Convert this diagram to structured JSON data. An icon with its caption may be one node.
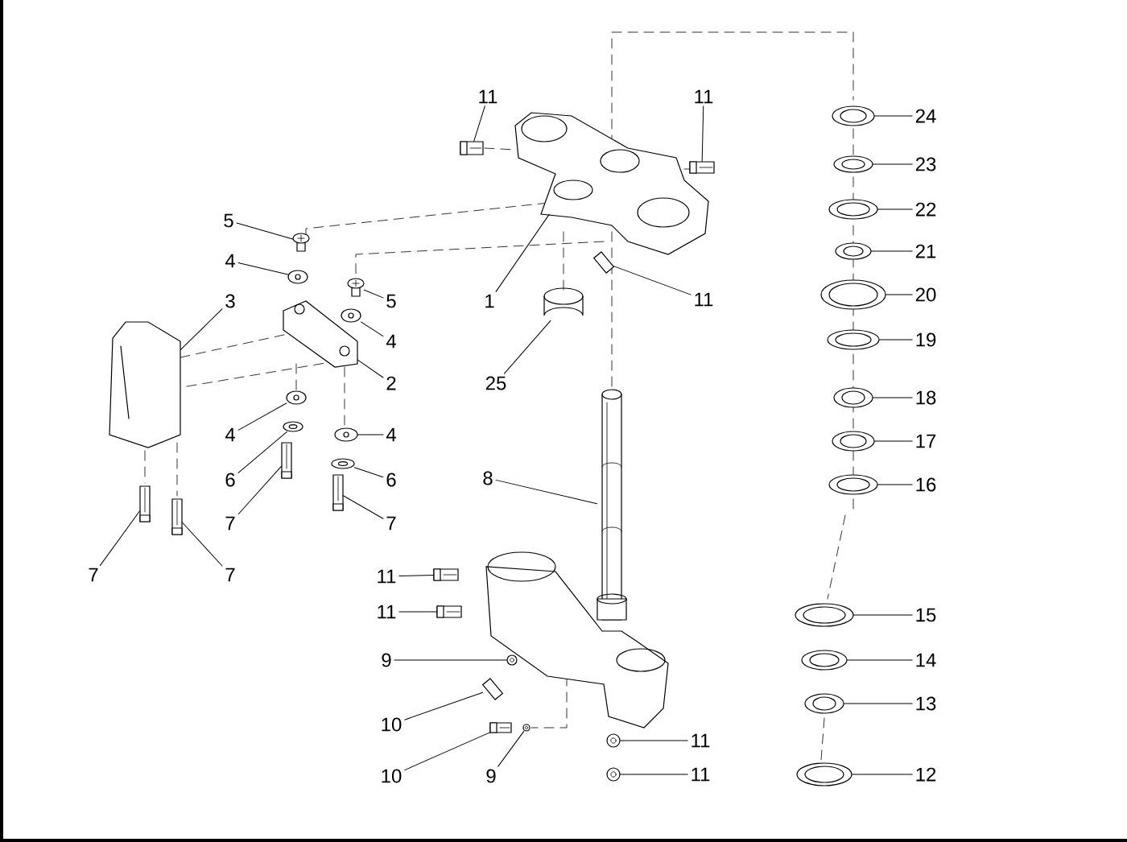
{
  "diagram": {
    "nodes": [
      {
        "text": [
          "11"
        ]
      },
      {
        "text": [
          "11"
        ]
      },
      {
        "text": [
          "5"
        ]
      },
      {
        "text": [
          "4"
        ]
      },
      {
        "text": [
          "3"
        ]
      },
      {
        "text": [
          "5"
        ]
      },
      {
        "text": [
          "1"
        ]
      },
      {
        "text": [
          "4"
        ]
      },
      {
        "text": [
          "11"
        ]
      },
      {
        "text": [
          "2"
        ]
      },
      {
        "text": [
          "25"
        ]
      },
      {
        "text": [
          "4"
        ]
      },
      {
        "text": [
          "4"
        ]
      },
      {
        "text": [
          "6"
        ]
      },
      {
        "text": [
          "6"
        ]
      },
      {
        "text": [
          "8"
        ]
      },
      {
        "text": [
          "7"
        ]
      },
      {
        "text": [
          "7"
        ]
      },
      {
        "text": [
          "7"
        ]
      },
      {
        "text": [
          "7"
        ]
      },
      {
        "text": [
          "11"
        ]
      },
      {
        "text": [
          "11"
        ]
      },
      {
        "text": [
          "9"
        ]
      },
      {
        "text": [
          "10"
        ]
      },
      {
        "text": [
          "10"
        ]
      },
      {
        "text": [
          "9"
        ]
      },
      {
        "text": [
          "11"
        ]
      },
      {
        "text": [
          "11"
        ]
      },
      {
        "text": [
          "24"
        ]
      },
      {
        "text": [
          "23"
        ]
      },
      {
        "text": [
          "22"
        ]
      },
      {
        "text": [
          "21"
        ]
      },
      {
        "text": [
          "20"
        ]
      },
      {
        "text": [
          "19"
        ]
      },
      {
        "text": [
          "18"
        ]
      },
      {
        "text": [
          "17"
        ]
      },
      {
        "text": [
          "16"
        ]
      },
      {
        "text": [
          "15"
        ]
      },
      {
        "text": [
          "14"
        ]
      },
      {
        "text": [
          "13"
        ]
      },
      {
        "text": [
          "12"
        ]
      },
      {
        "text": [],
        "shape": "picture"
      },
      {
        "text": [],
        "shape": "picture"
      },
      {
        "text": [],
        "shape": "picture"
      },
      {
        "text": [],
        "shape": "picture"
      },
      {
        "text": [],
        "shape": "picture"
      },
      {
        "text": [],
        "shape": "picture"
      },
      {
        "text": [],
        "shape": "picture"
      },
      {
        "text": [],
        "shape": "picture"
      },
      {
        "text": [],
        "shape": "picture"
      },
      {
        "text": [],
        "shape": "picture"
      },
      {
        "text": [],
        "shape": "picture"
      },
      {
        "text": [],
        "shape": "picture"
      },
      {
        "text": [],
        "shape": "picture"
      },
      {
        "text": [],
        "shape": "picture"
      },
      {
        "text": [],
        "shape": "picture"
      },
      {
        "text": [],
        "shape": "picture"
      },
      {
        "text": [],
        "shape": "picture"
      },
      {
        "text": [],
        "shape": "picture"
      },
      {
        "text": [],
        "shape": "picture"
      },
      {
        "text": [],
        "shape": "picture"
      },
      {
        "text": [],
        "shape": "picture"
      },
      {
        "text": [],
        "shape": "picture"
      },
      {
        "text": [],
        "shape": "picture"
      },
      {
        "text": [],
        "shape": "picture"
      },
      {
        "text": [],
        "shape": "picture"
      },
      {
        "text": [],
        "shape": "picture"
      },
      {
        "text": [],
        "shape": "picture"
      },
      {
        "text": [],
        "shape": "picture"
      },
      {
        "text": [],
        "shape": "picture"
      },
      {
        "text": [],
        "shape": "picture"
      },
      {
        "text": [],
        "shape": "picture"
      },
      {
        "text": [],
        "shape": "picture"
      },
      {
        "text": [],
        "shape": "picture"
      },
      {
        "text": [],
        "shape": "picture"
      },
      {
        "text": [],
        "shape": "picture"
      },
      {
        "text": [],
        "shape": "picture"
      },
      {
        "text": [],
        "shape": "picture"
      },
      {
        "text": [],
        "shape": "picture"
      },
      {
        "text": [],
        "shape": "picture"
      },
      {
        "text": [],
        "shape": "picture"
      },
      {
        "text": [],
        "shape": "picture"
      }
    ],
    "edges": [
      {
        "from": 0,
        "to": 41,
        "arrow": "none"
      },
      {
        "from": 1,
        "to": 42,
        "arrow": "none"
      },
      {
        "from": 2,
        "to": 43,
        "arrow": "none"
      },
      {
        "from": 3,
        "to": 44,
        "arrow": "none"
      },
      {
        "from": 4,
        "to": 45,
        "arrow": "none"
      },
      {
        "from": 5,
        "to": 46,
        "arrow": "none"
      },
      {
        "from": 6,
        "to": 47,
        "arrow": "none"
      },
      {
        "from": 7,
        "to": 48,
        "arrow": "none"
      },
      {
        "from": 8,
        "to": 49,
        "arrow": "none"
      },
      {
        "from": 9,
        "to": 50,
        "arrow": "none"
      },
      {
        "from": 10,
        "to": 51,
        "arrow": "none"
      },
      {
        "from": 11,
        "to": 52,
        "arrow": "none"
      },
      {
        "from": 12,
        "to": 53,
        "arrow": "none"
      },
      {
        "from": 13,
        "to": 54,
        "arrow": "none"
      },
      {
        "from": 14,
        "to": 55,
        "arrow": "none"
      },
      {
        "from": 15,
        "to": 56,
        "arrow": "none"
      },
      {
        "from": 16,
        "to": 57,
        "arrow": "none"
      },
      {
        "from": 17,
        "to": 58,
        "arrow": "none"
      },
      {
        "from": 18,
        "to": 59,
        "arrow": "none"
      },
      {
        "from": 19,
        "to": 60,
        "arrow": "none"
      },
      {
        "from": 20,
        "to": 61,
        "arrow": "none"
      },
      {
        "from": 21,
        "to": 62,
        "arrow": "none"
      },
      {
        "from": 22,
        "to": 63,
        "arrow": "none"
      },
      {
        "from": 23,
        "to": 64,
        "arrow": "none"
      },
      {
        "from": 24,
        "to": 65,
        "arrow": "none"
      },
      {
        "from": 25,
        "to": 66,
        "arrow": "none"
      },
      {
        "from": 26,
        "to": 67,
        "arrow": "none"
      },
      {
        "from": 27,
        "to": 68,
        "arrow": "none"
      },
      {
        "from": 28,
        "to": 69,
        "arrow": "none"
      },
      {
        "from": 29,
        "to": 70,
        "arrow": "none"
      },
      {
        "from": 30,
        "to": 71,
        "arrow": "none"
      },
      {
        "from": 31,
        "to": 72,
        "arrow": "none"
      },
      {
        "from": 32,
        "to": 73,
        "arrow": "none"
      },
      {
        "from": 33,
        "to": 74,
        "arrow": "none"
      },
      {
        "from": 34,
        "to": 75,
        "arrow": "none"
      },
      {
        "from": 35,
        "to": 76,
        "arrow": "none"
      },
      {
        "from": 36,
        "to": 77,
        "arrow": "none"
      },
      {
        "from": 37,
        "to": 78,
        "arrow": "none"
      },
      {
        "from": 38,
        "to": 79,
        "arrow": "none"
      },
      {
        "from": 39,
        "to": 80,
        "arrow": "none"
      },
      {
        "from": 40,
        "to": 81,
        "arrow": "none"
      }
    ]
  }
}
